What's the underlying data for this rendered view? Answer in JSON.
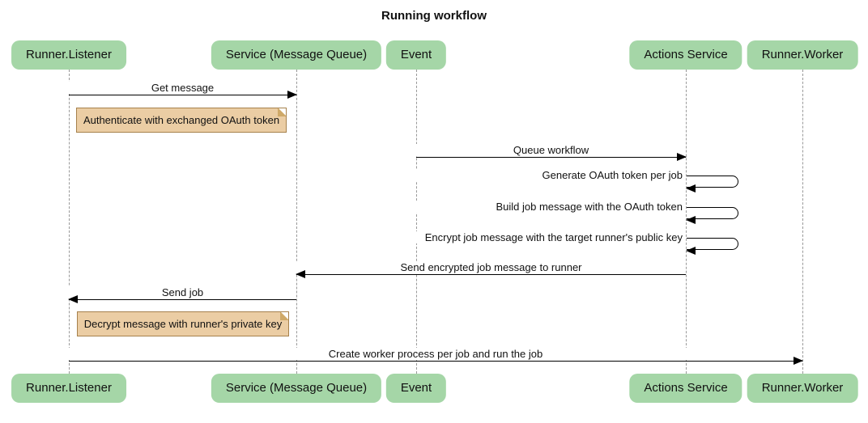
{
  "title": "Running workflow",
  "diagram_type": "sequence",
  "participants": [
    {
      "id": "runner-listener",
      "label": "Runner.Listener"
    },
    {
      "id": "service-message-queue",
      "label": "Service (Message Queue)"
    },
    {
      "id": "event",
      "label": "Event"
    },
    {
      "id": "actions-service",
      "label": "Actions Service"
    },
    {
      "id": "runner-worker",
      "label": "Runner.Worker"
    }
  ],
  "messages": [
    {
      "type": "arrow",
      "from": "Runner.Listener",
      "to": "Service (Message Queue)",
      "direction": "right",
      "label": "Get message"
    },
    {
      "type": "note",
      "over": "Runner.Listener",
      "label": "Authenticate with exchanged OAuth token"
    },
    {
      "type": "arrow",
      "from": "Event",
      "to": "Actions Service",
      "direction": "right",
      "label": "Queue workflow"
    },
    {
      "type": "self",
      "on": "Actions Service",
      "label": "Generate OAuth token per job"
    },
    {
      "type": "self",
      "on": "Actions Service",
      "label": "Build job message with the OAuth token"
    },
    {
      "type": "self",
      "on": "Actions Service",
      "label": "Encrypt job message with the target runner's public key"
    },
    {
      "type": "arrow",
      "from": "Actions Service",
      "to": "Service (Message Queue)",
      "direction": "left",
      "label": "Send encrypted job message to runner"
    },
    {
      "type": "arrow",
      "from": "Service (Message Queue)",
      "to": "Runner.Listener",
      "direction": "left",
      "label": "Send job"
    },
    {
      "type": "note",
      "over": "Runner.Listener",
      "label": "Decrypt message with runner's private key"
    },
    {
      "type": "arrow",
      "from": "Runner.Listener",
      "to": "Runner.Worker",
      "direction": "right",
      "label": "Create worker process per job and run the job"
    }
  ],
  "colors": {
    "participant_fill": "#a5d6a7",
    "note_fill": "#ebcda4",
    "note_border": "#a6814c",
    "lifeline": "#999999",
    "arrow": "#000000",
    "bg": "#ffffff",
    "text": "#111111"
  }
}
